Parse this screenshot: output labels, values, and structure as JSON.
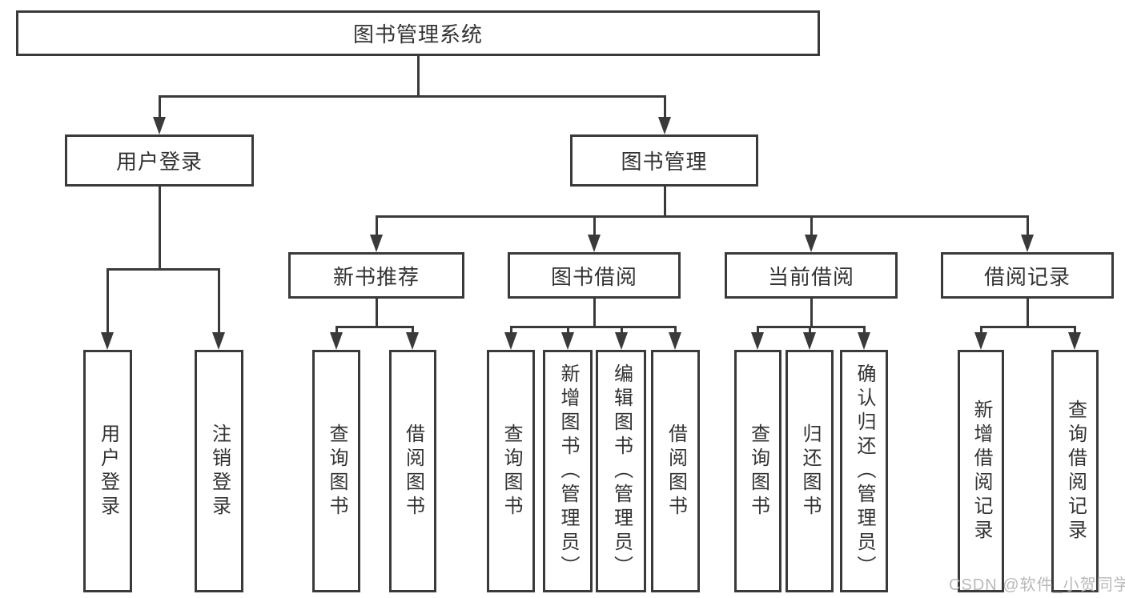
{
  "tree": {
    "root": {
      "label": "图书管理系统"
    },
    "level2": [
      {
        "label": "用户登录",
        "children": [
          {
            "label": "用户登录"
          },
          {
            "label": "注销登录"
          }
        ]
      },
      {
        "label": "图书管理",
        "children": [
          {
            "label": "新书推荐",
            "children": [
              {
                "label": "查询图书"
              },
              {
                "label": "借阅图书"
              }
            ]
          },
          {
            "label": "图书借阅",
            "children": [
              {
                "label": "查询图书"
              },
              {
                "label": "新增图书（管理员）"
              },
              {
                "label": "编辑图书（管理员）"
              },
              {
                "label": "借阅图书"
              }
            ]
          },
          {
            "label": "当前借阅",
            "children": [
              {
                "label": "查询图书"
              },
              {
                "label": "归还图书"
              },
              {
                "label": "确认归还（管理员）"
              }
            ]
          },
          {
            "label": "借阅记录",
            "children": [
              {
                "label": "新增借阅记录"
              },
              {
                "label": "查询借阅记录"
              }
            ]
          }
        ]
      }
    ]
  },
  "watermark": {
    "text": "CSDN @软件_小贺同学"
  },
  "colors": {
    "line": "#3a3a3a",
    "text": "#333333",
    "background": "#ffffff",
    "watermark": "#b9b9b9"
  }
}
